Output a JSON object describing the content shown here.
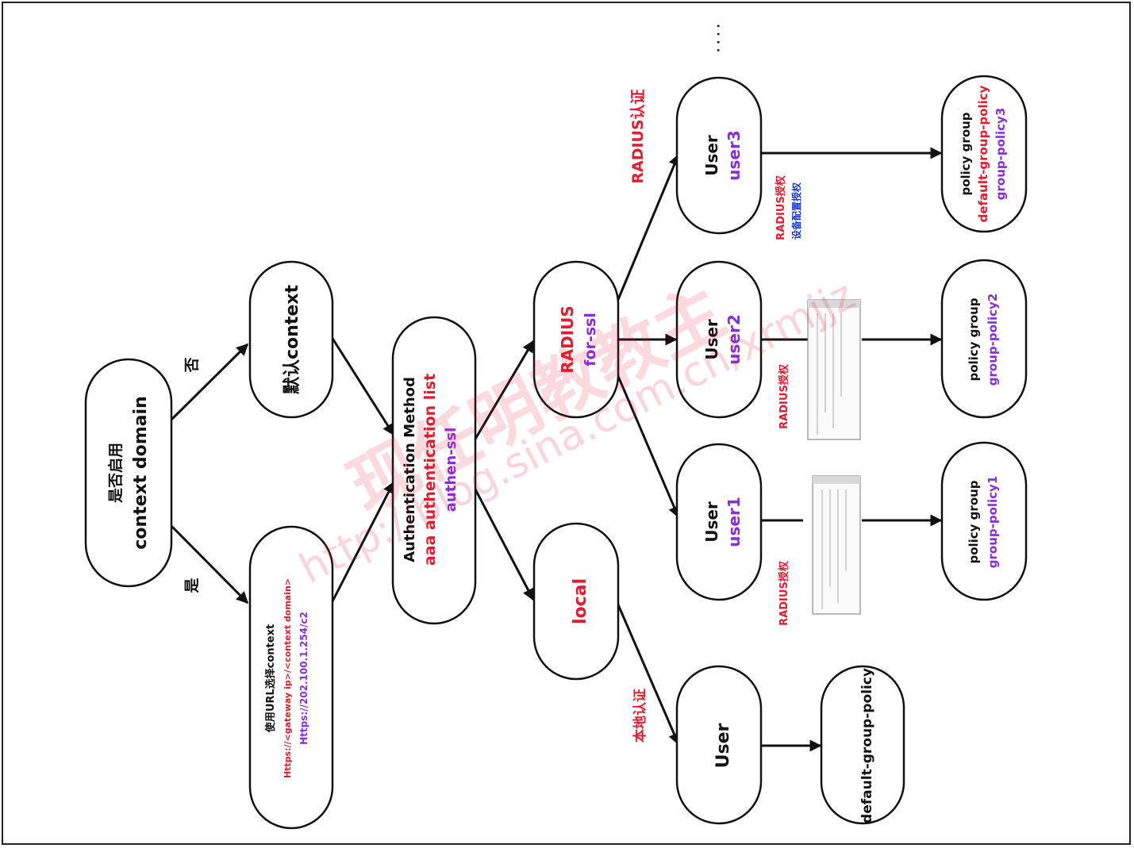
{
  "nodes": {
    "context_domain": {
      "line1": "是否启用",
      "line2": "context domain"
    },
    "default_context": {
      "line1": "默认context"
    },
    "url_context": {
      "line1": "使用URL选择context",
      "line2": "Https://<gateway ip>/<context domain>",
      "line3": "Https://202.100.1.254/c2"
    },
    "auth_method": {
      "line1": "Authentication Method",
      "line2": "aaa authentication list",
      "line3": "authen-ssl"
    },
    "radius": {
      "line1": "RADIUS",
      "line2": "for-ssl"
    },
    "local": {
      "line1": "local"
    },
    "user_local": {
      "line1": "User"
    },
    "default_group_policy": {
      "line1": "default-group-policy"
    },
    "user1": {
      "line1": "User",
      "line2": "user1"
    },
    "user2": {
      "line1": "User",
      "line2": "user2"
    },
    "user3": {
      "line1": "User",
      "line2": "user3"
    },
    "policy1": {
      "line1": "policy group",
      "line2": "group-policy1"
    },
    "policy2": {
      "line1": "policy group",
      "line2": "group-policy2"
    },
    "policy3": {
      "line1": "policy group",
      "line2": "default-group-policy",
      "line3": "group-policy3"
    }
  },
  "edge_labels": {
    "no": "否",
    "yes": "是",
    "radius_auth": "RADIUS认证",
    "local_auth": "本地认证",
    "radius_authz_1": "RADIUS授权",
    "radius_authz_2": "RADIUS授权",
    "radius_authz_3": "RADIUS授权",
    "device_config_authz": "设备配置授权"
  },
  "ellipsis": "· · · ·",
  "watermark": {
    "cn": "现任明教教主",
    "url": "http://blog.sina.com.cn/xrmjjz"
  },
  "colors": {
    "black": "#111111",
    "red": "#e8192c",
    "purple": "#8a2be2",
    "blue": "#1a3cd6"
  }
}
